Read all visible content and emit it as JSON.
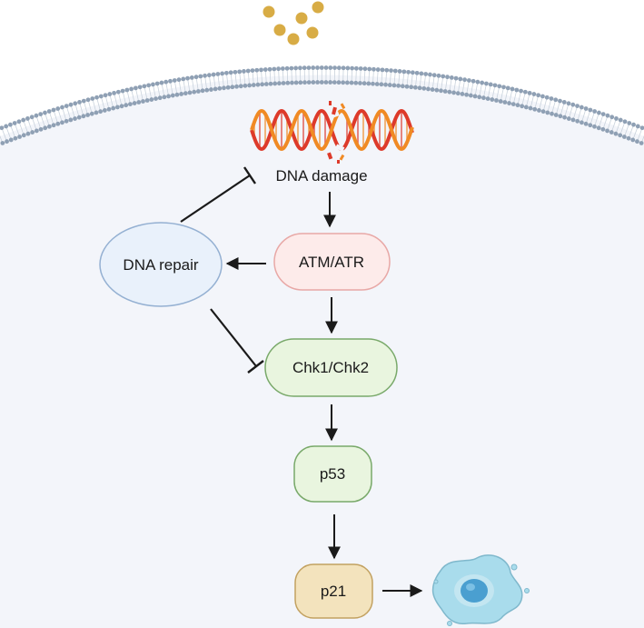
{
  "nodes": {
    "dna_damage": "DNA damage",
    "atm_atr": "ATM/ATR",
    "dna_repair": "DNA repair",
    "chk1_chk2": "Chk1/Chk2",
    "p53": "p53",
    "p21": "p21"
  },
  "colors": {
    "cytoplasm": "#f3f5fa",
    "membrane_head": "#8fa0b4",
    "membrane_tail": "#c9d2dc",
    "particle": "#d8ac45",
    "dna_red": "#dd3a2a",
    "dna_orange": "#f08a24",
    "atm_fill": "#fdebea",
    "atm_stroke": "#e8a8a6",
    "repair_fill": "#e9f1fb",
    "repair_stroke": "#94b0d2",
    "green_fill": "#e9f5df",
    "green_stroke": "#79a96a",
    "p21_fill": "#f3e3bd",
    "p21_stroke": "#c2a160",
    "cell_fill": "#a9dcec",
    "nucleus_fill": "#4a9fd0",
    "arrow": "#1a1a1a"
  }
}
